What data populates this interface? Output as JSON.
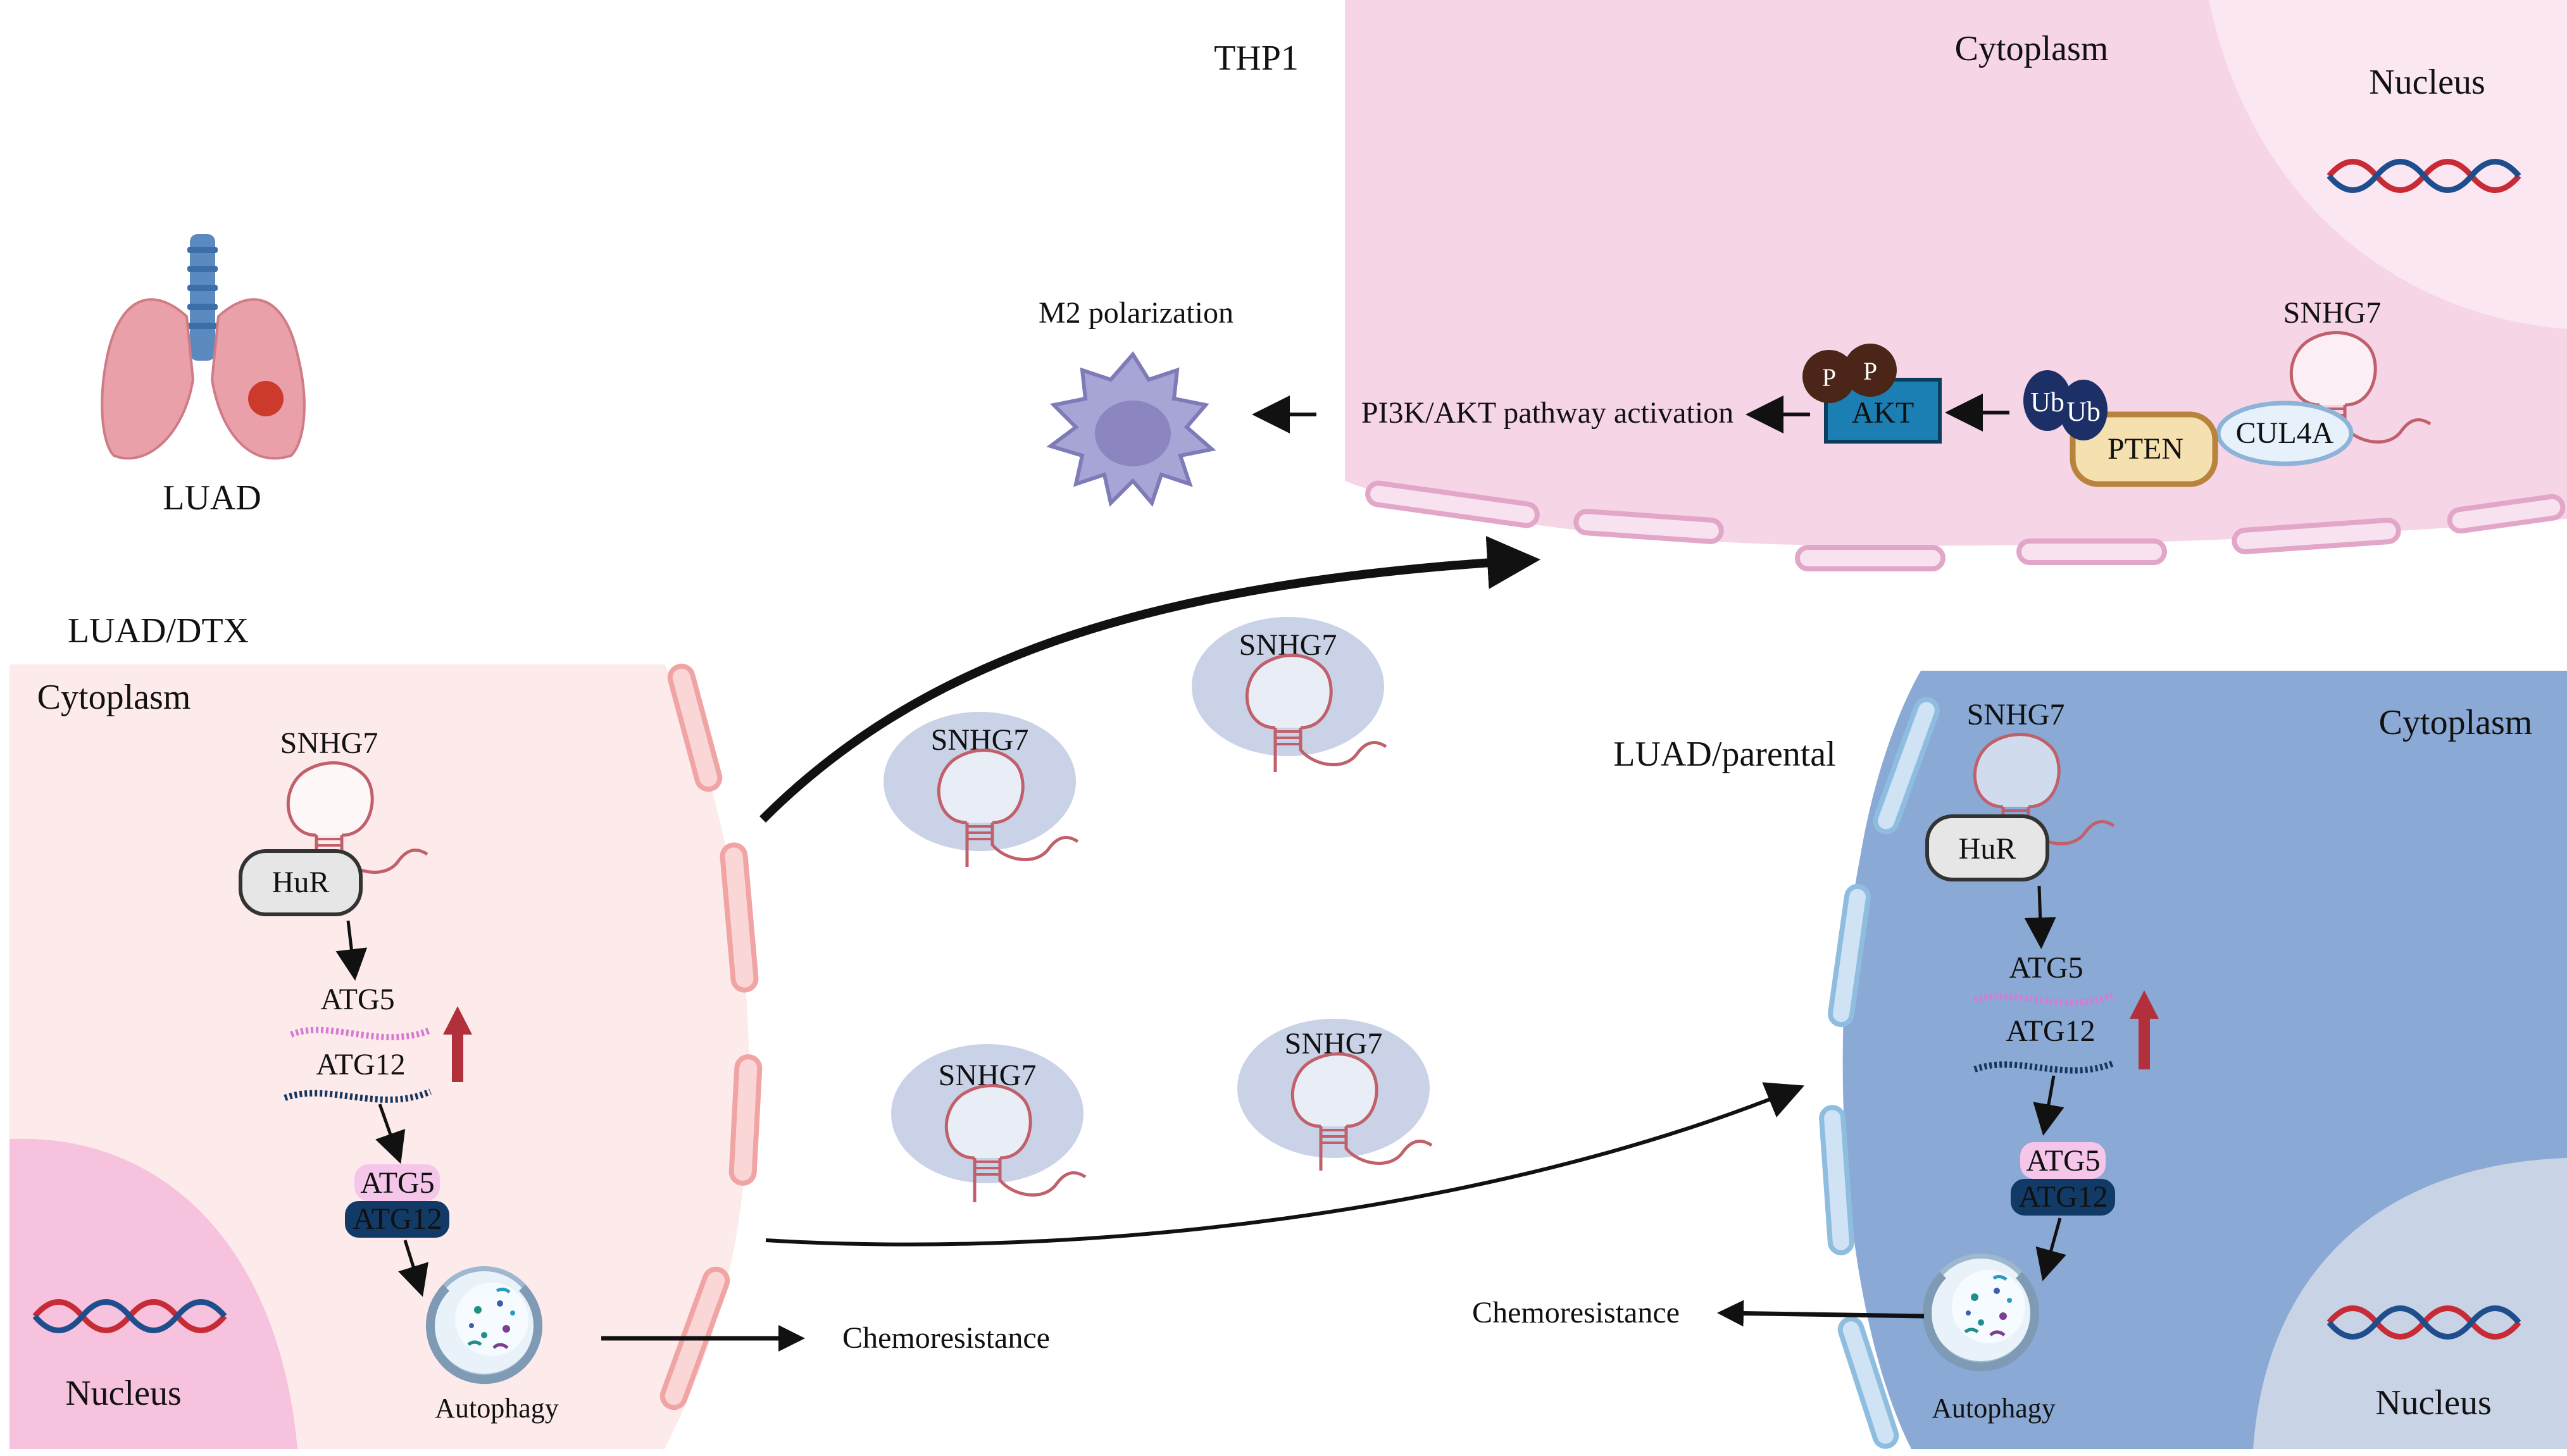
{
  "labels": {
    "thp1": "THP1",
    "thp1_cytoplasm": "Cytoplasm",
    "thp1_nucleus": "Nucleus",
    "luad": "LUAD",
    "m2_polarization": "M2 polarization",
    "pi3k": "PI3K/AKT pathway activation",
    "akt": "AKT",
    "phospho": "P",
    "ub": "Ub",
    "pten": "PTEN",
    "cul4a": "CUL4A",
    "snhg7": "SNHG7",
    "luad_dtx": "LUAD/DTX",
    "dtx_cytoplasm": "Cytoplasm",
    "dtx_nucleus": "Nucleus",
    "hur": "HuR",
    "atg5": "ATG5",
    "atg12": "ATG12",
    "autophagy": "Autophagy",
    "chemoresistance": "Chemoresistance",
    "luad_parental": "LUAD/parental",
    "par_cytoplasm": "Cytoplasm",
    "par_nucleus": "Nucleus"
  },
  "colors": {
    "thp1_cell": "#f6d5e6",
    "thp1_nucleus": "#fbe7f1",
    "dtx_cell": "#fdeaea",
    "dtx_nucleus": "#f6c2dd",
    "parental_cell": "#8aa9d4",
    "parental_nucleus": "#c9d3e6",
    "exosome": "#c9d2e6",
    "akt": "#1b7fb3",
    "ub": "#1c2f66",
    "phospho": "#4a2518",
    "pten": "#f5e0b0",
    "up_arrow": "#b2303c"
  }
}
